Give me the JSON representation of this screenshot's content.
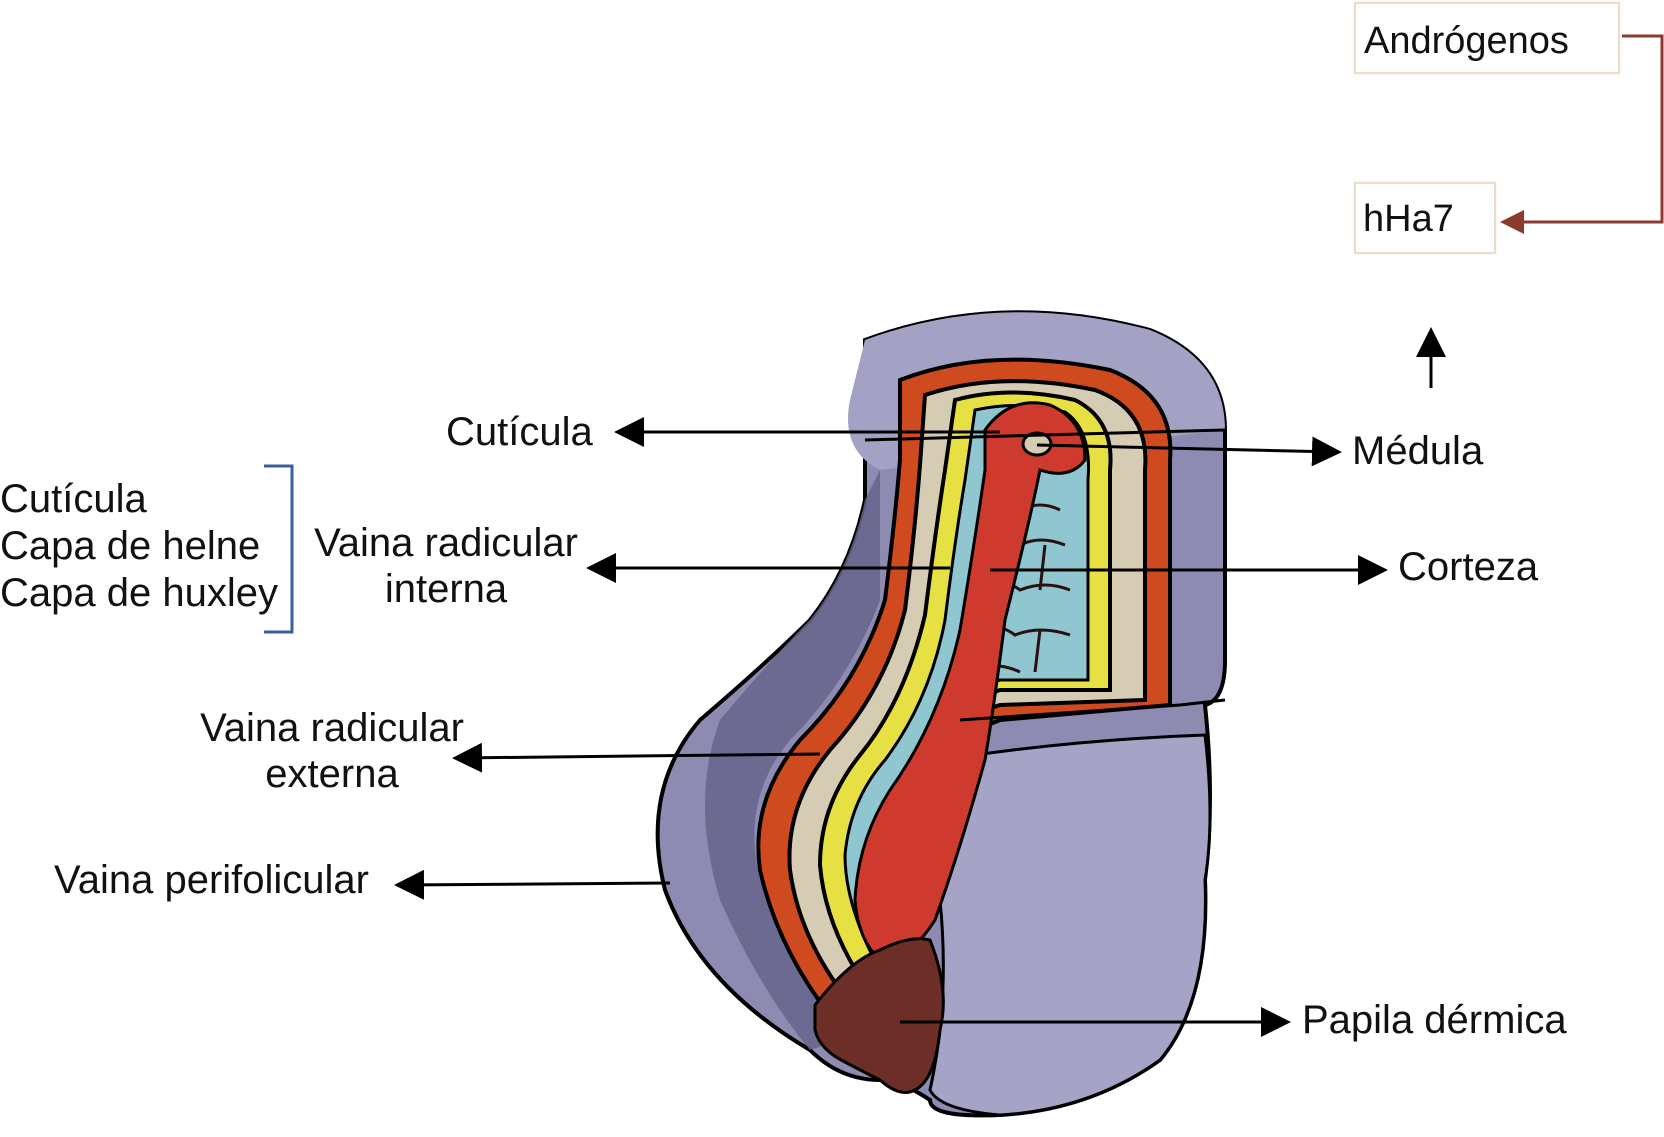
{
  "labels": {
    "cuticula": "Cutícula",
    "medula": "Médula",
    "vaina_interna": [
      "Vaina radicular",
      "interna"
    ],
    "corteza": "Corteza",
    "vaina_externa": [
      "Vaina radicular",
      "externa"
    ],
    "vaina_perifolicular": "Vaina perifolicular",
    "papila": "Papila dérmica"
  },
  "inner_sheath_layers": [
    "Cutícula",
    "Capa de helne",
    "Capa de huxley"
  ],
  "flow": {
    "top_box": "Andrógenos",
    "bottom_box": "hHa7",
    "connector_color": "#8b3a2e"
  },
  "colors": {
    "sheath": "#8e8bb3",
    "sheath_dark": "#66648a",
    "orange": "#cf4a1f",
    "beige": "#d6ccb3",
    "yellow": "#e7e042",
    "shaft": "#cf3a2e",
    "cortex": "#8fc6cf",
    "papilla": "#6e2e28",
    "bracket": "#3a5f9e"
  }
}
